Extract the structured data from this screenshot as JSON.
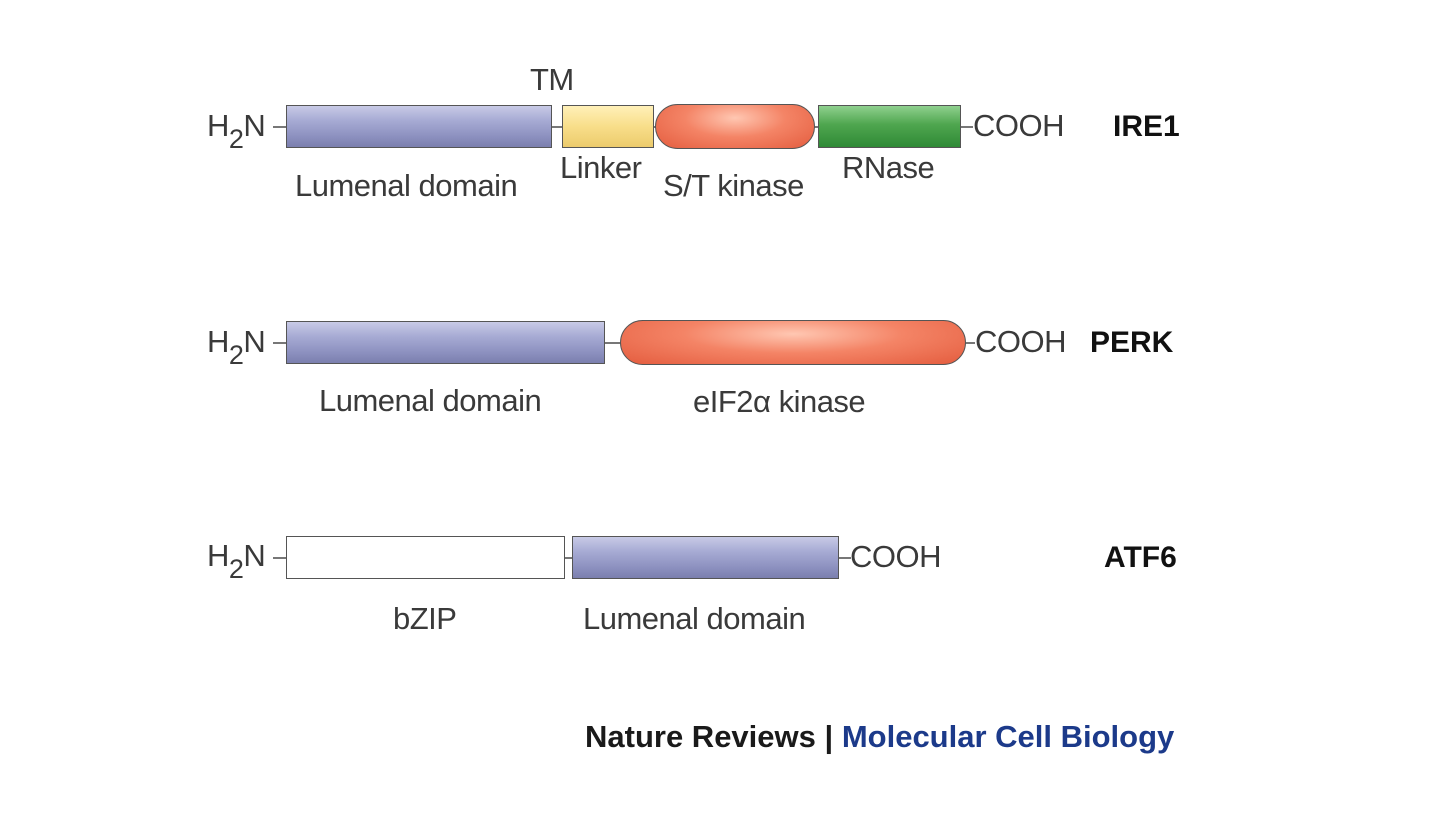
{
  "terminals": {
    "n_prefix": "H",
    "n_sub": "2",
    "n_suffix": "N",
    "c_terminus": "COOH"
  },
  "proteins": [
    {
      "name": "IRE1",
      "domains": [
        "Lumenal domain",
        "Linker",
        "S/T kinase",
        "RNase"
      ],
      "tm_label": "TM"
    },
    {
      "name": "PERK",
      "domains": [
        "Lumenal domain",
        "eIF2α kinase"
      ]
    },
    {
      "name": "ATF6",
      "domains": [
        "bZIP",
        "Lumenal domain"
      ]
    }
  ],
  "footer": {
    "publisher": "Nature Reviews",
    "separator": "|",
    "journal": "Molecular Cell Biology"
  },
  "colors": {
    "lumenal": "#9a9ecb",
    "linker": "#f6dc8c",
    "kinase": "#ef7a5c",
    "rnase": "#3f9a46",
    "bzip": "#ffffff",
    "journal": "#1c3a8a"
  }
}
